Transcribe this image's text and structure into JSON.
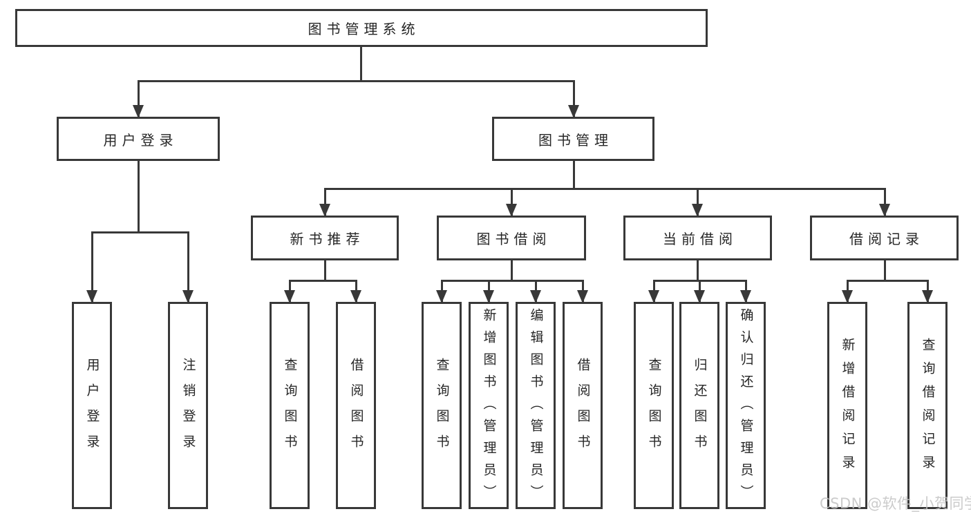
{
  "diagram": {
    "root": {
      "label": "图书管理系统"
    },
    "level2": [
      {
        "label": "用户登录"
      },
      {
        "label": "图书管理"
      }
    ],
    "level3": [
      {
        "label": "新书推荐"
      },
      {
        "label": "图书借阅"
      },
      {
        "label": "当前借阅"
      },
      {
        "label": "借阅记录"
      }
    ],
    "leaves": {
      "user_login": [
        "用户登录",
        "注销登录"
      ],
      "new_book_recommend": [
        "查询图书",
        "借阅图书"
      ],
      "book_borrow": [
        "查询图书",
        "新增图书（管理员）",
        "编辑图书（管理员）",
        "借阅图书"
      ],
      "current_borrow": [
        "查询图书",
        "归还图书",
        "确认归还（管理员）"
      ],
      "borrow_records": [
        "新增借阅记录",
        "查询借阅记录"
      ]
    }
  },
  "watermark": {
    "text": "CSDN @软件_小贺同学"
  },
  "colors": {
    "line": "#383838",
    "text": "#262626",
    "watermark": "#c4c4c4",
    "background": "#ffffff"
  }
}
